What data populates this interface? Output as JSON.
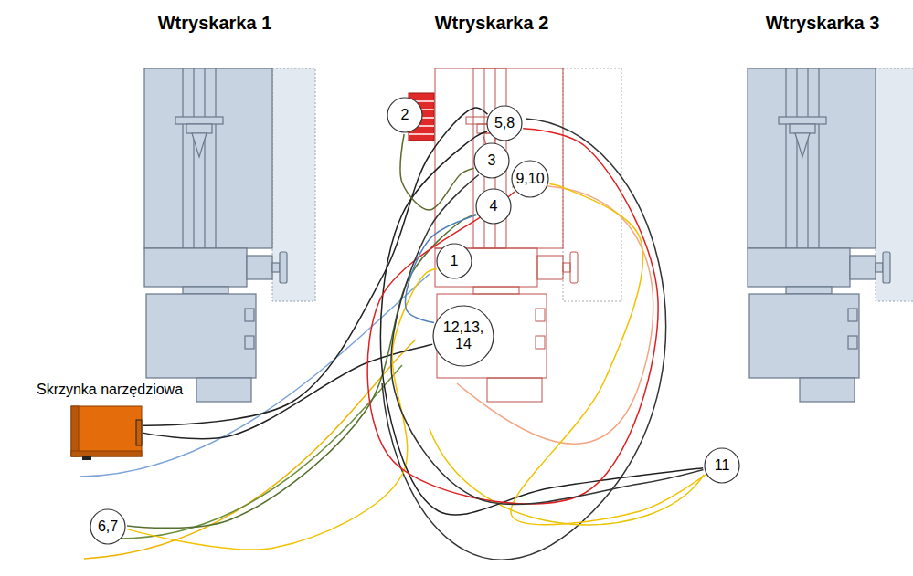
{
  "diagram": {
    "nodes": [
      {
        "text": [
          "Wtryskarka 1"
        ]
      },
      {
        "text": [
          "Wtryskarka 2"
        ]
      },
      {
        "text": [
          "Wtryskarka 3"
        ]
      },
      {
        "text": [
          "2"
        ]
      },
      {
        "text": [
          "5,8"
        ],
        "in": 1
      },
      {
        "text": [
          "3"
        ],
        "in": 1
      },
      {
        "text": [
          "9,10"
        ],
        "in": 1
      },
      {
        "text": [
          "4"
        ],
        "in": 1
      },
      {
        "text": [
          "1"
        ],
        "in": 1
      },
      {
        "text": [
          "12,13, 14"
        ],
        "in": 1
      },
      {
        "text": [
          "Skrzynka narzędziowa"
        ]
      },
      {
        "text": [
          "11"
        ]
      },
      {
        "text": [
          "6,7"
        ]
      }
    ],
    "edges": [
      {
        "from": 10,
        "to": 4,
        "arrow": "none"
      },
      {
        "from": 10,
        "to": 9,
        "arrow": "none"
      },
      {
        "from": 12,
        "to": 7,
        "arrow": "none"
      },
      {
        "from": 12,
        "to": 8,
        "arrow": "none"
      },
      {
        "from": 11,
        "to": 4,
        "arrow": "none"
      },
      {
        "from": 11,
        "to": 6,
        "arrow": "none"
      },
      {
        "from": 3,
        "to": 5,
        "arrow": "none"
      },
      {
        "from": 4,
        "to": 6,
        "arrow": "none"
      },
      {
        "from": 5,
        "to": 11,
        "arrow": "none"
      },
      {
        "from": 7,
        "to": 9,
        "arrow": "none"
      }
    ]
  }
}
